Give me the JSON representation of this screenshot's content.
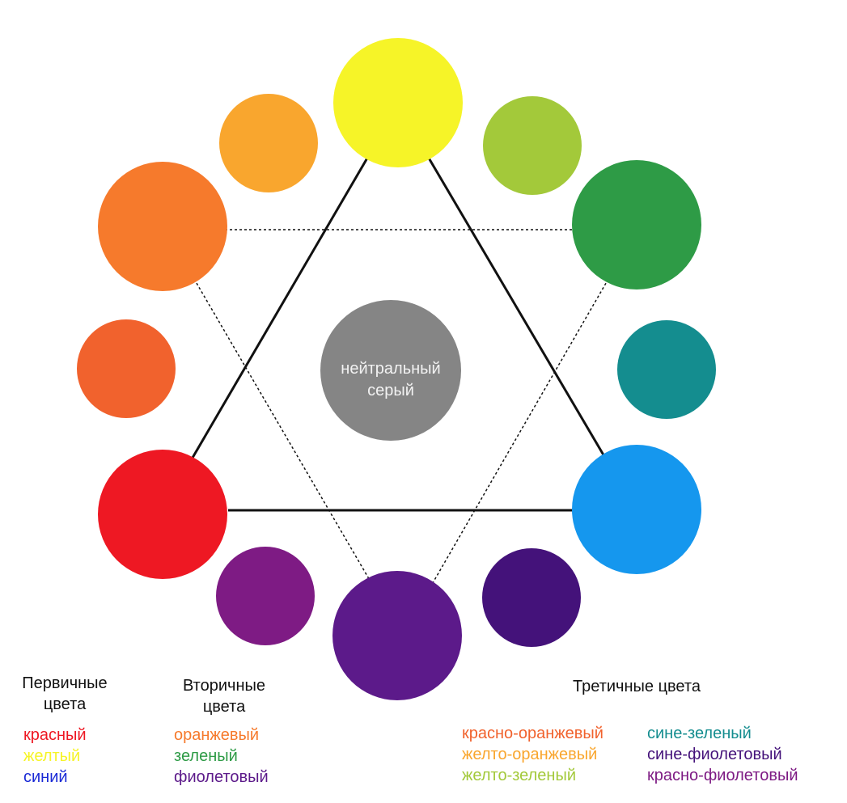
{
  "center": {
    "label_line1": "нейтральный",
    "label_line2": "серый",
    "color": "#858585"
  },
  "wheel": {
    "circles": [
      {
        "name": "yellow",
        "color": "#f6f428"
      },
      {
        "name": "yellow-green",
        "color": "#a3c93a"
      },
      {
        "name": "green",
        "color": "#2e9b46"
      },
      {
        "name": "blue-green",
        "color": "#148d8f"
      },
      {
        "name": "blue",
        "color": "#1597ee"
      },
      {
        "name": "blue-violet",
        "color": "#44127a"
      },
      {
        "name": "violet",
        "color": "#5c1a8a"
      },
      {
        "name": "red-violet",
        "color": "#7e1b84"
      },
      {
        "name": "red",
        "color": "#ee1823"
      },
      {
        "name": "red-orange",
        "color": "#f1622d"
      },
      {
        "name": "orange",
        "color": "#f67a2c"
      },
      {
        "name": "yellow-orange",
        "color": "#f9a62e"
      }
    ],
    "line_color": "#111111"
  },
  "legend": {
    "primary": {
      "heading_line1": "Первичные",
      "heading_line2": "цвета",
      "items": [
        {
          "label": "красный",
          "color": "#ee1823"
        },
        {
          "label": "желтый",
          "color": "#f6f428"
        },
        {
          "label": "синий",
          "color": "#1a2ad6"
        }
      ]
    },
    "secondary": {
      "heading_line1": "Вторичные",
      "heading_line2": "цвета",
      "items": [
        {
          "label": "оранжевый",
          "color": "#f67a2c"
        },
        {
          "label": "зеленый",
          "color": "#2e9b46"
        },
        {
          "label": "фиолетовый",
          "color": "#5c1a8a"
        }
      ]
    },
    "tertiary": {
      "heading": "Третичные цвета",
      "column1": [
        {
          "label": "красно-оранжевый",
          "color": "#f1622d"
        },
        {
          "label": "желто-оранжевый",
          "color": "#f9a62e"
        },
        {
          "label": "желто-зеленый",
          "color": "#a3c93a"
        }
      ],
      "column2": [
        {
          "label": "сине-зеленый",
          "color": "#148d8f"
        },
        {
          "label": "сине-фиолетовый",
          "color": "#44127a"
        },
        {
          "label": "красно-фиолетовый",
          "color": "#7e1b84"
        }
      ]
    }
  }
}
